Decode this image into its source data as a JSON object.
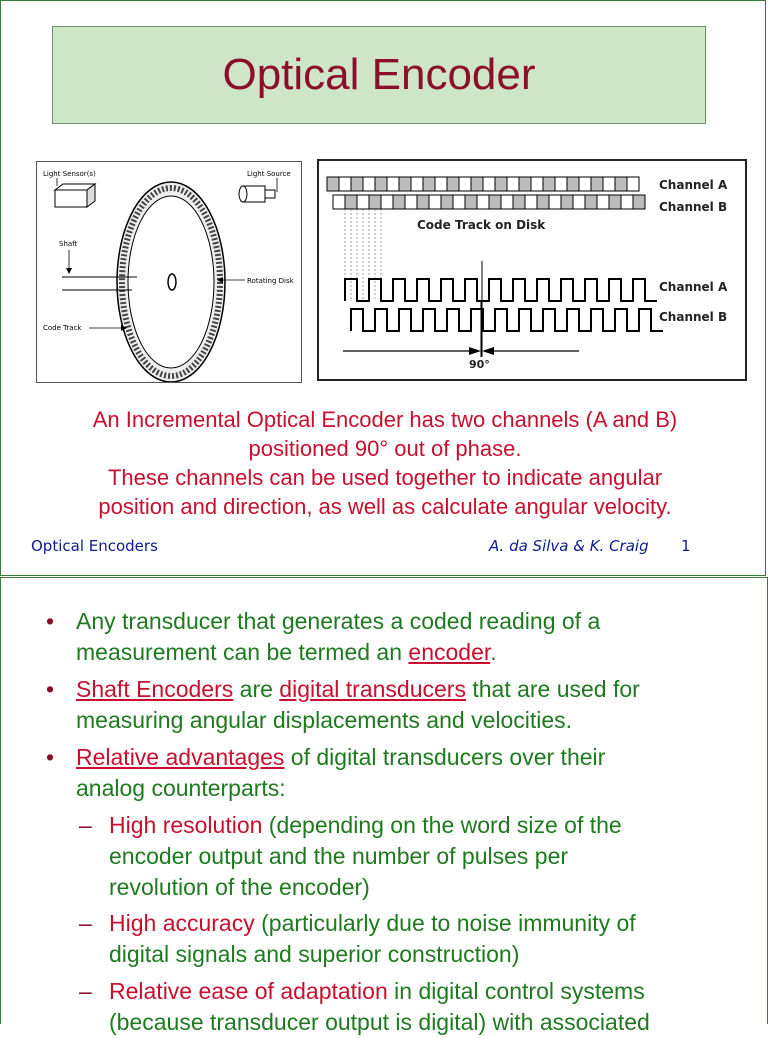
{
  "slide1": {
    "title": "Optical Encoder",
    "fig_left": {
      "light_sensor": "Light Sensor(s)",
      "light_source": "Light Source",
      "shaft": "Shaft",
      "rotating_disk": "Rotating Disk",
      "code_track": "Code Track"
    },
    "fig_right": {
      "channel_a_top": "Channel A",
      "channel_b_top": "Channel B",
      "code_track_on_disk": "Code Track on Disk",
      "channel_a_wave": "Channel A",
      "channel_b_wave": "Channel B",
      "phase": "90°"
    },
    "caption": {
      "line1": "An Incremental Optical Encoder has two channels (A and B)",
      "line2": "positioned 90° out of phase.",
      "line3": "These channels can be used together to indicate angular",
      "line4": "position and direction, as well as calculate angular velocity."
    },
    "footer": {
      "left": "Optical Encoders",
      "right": "A. da Silva & K. Craig",
      "page": "1"
    }
  },
  "slide2": {
    "b1": {
      "text1": "Any transducer that generates a coded reading of a",
      "text2_pre": "measurement can be termed an ",
      "term": "encoder",
      "text2_post": "."
    },
    "b2": {
      "term1": "Shaft Encoders",
      "mid": " are ",
      "term2": "digital transducers",
      "post": " that are used for",
      "line2": "measuring angular displacements and velocities."
    },
    "b3": {
      "term": "Relative advantages",
      "post": " of digital transducers over their",
      "line2": "analog counterparts:"
    },
    "s1": {
      "term": "High resolution",
      "post": " (depending on the word size of the",
      "line2": "encoder output and the number of pulses per",
      "line3": "revolution of the encoder)"
    },
    "s2": {
      "term": "High accuracy",
      "post": " (particularly due to noise immunity of",
      "line2": "digital signals and superior construction)"
    },
    "s3": {
      "term": "Relative ease of adaptation",
      "post": " in digital control systems",
      "line2": "(because transducer output is digital) with associated"
    }
  }
}
